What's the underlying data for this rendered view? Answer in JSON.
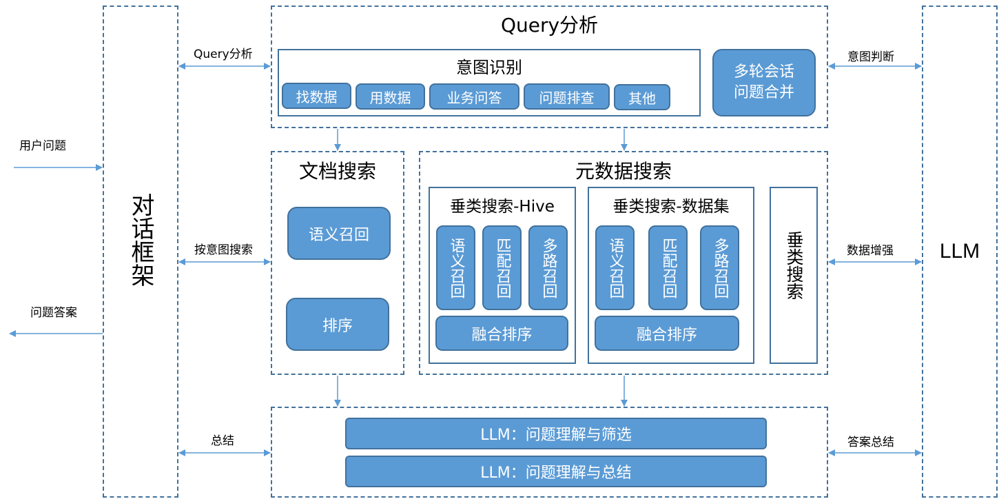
{
  "dialog_framework": "对话框架",
  "llm": "LLM",
  "query_analysis": {
    "title": "Query分析",
    "intent": {
      "title": "意图识别",
      "items": [
        "找数据",
        "用数据",
        "业务问答",
        "问题排查",
        "其他"
      ]
    },
    "merge": "多轮会话\n问题合并"
  },
  "doc_search": {
    "title": "文档搜索",
    "semantic": "语义召回",
    "rank": "排序"
  },
  "meta_search": {
    "title": "元数据搜索",
    "hive": {
      "title": "垂类搜索-Hive",
      "items": [
        "语义召回",
        "匹配召回",
        "多路召回"
      ],
      "fusion": "融合排序"
    },
    "dataset": {
      "title": "垂类搜索-数据集",
      "items": [
        "语义召回",
        "匹配召回",
        "多路召回"
      ],
      "fusion": "融合排序"
    },
    "vertical": "垂类搜索"
  },
  "summary_box": {
    "row1": "LLM：问题理解与筛选",
    "row2": "LLM：问题理解与总结"
  },
  "edge_labels": {
    "user_question": "用户问题",
    "answer": "问题答案",
    "query_analysis": "Query分析",
    "intent_search": "按意图搜索",
    "summary": "总结",
    "intent_judge": "意图判断",
    "data_enhance": "数据增强",
    "answer_summary": "答案总结"
  },
  "colors": {
    "fill": "#5b9bd5",
    "border": "#41719c",
    "arrow": "#5b9bd5"
  }
}
